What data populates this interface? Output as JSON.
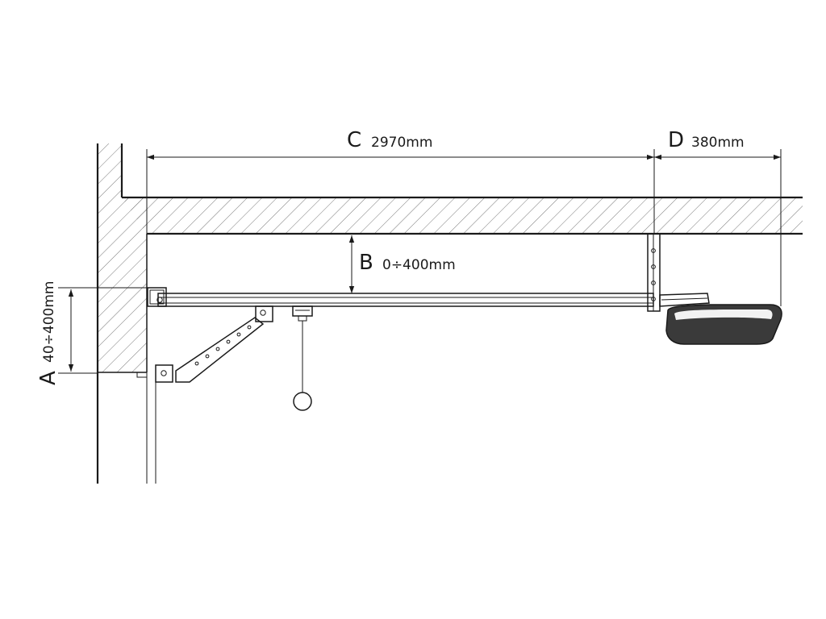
{
  "dimensions": {
    "a": {
      "letter": "A",
      "value": "40÷400mm"
    },
    "b": {
      "letter": "B",
      "value": "0÷400mm"
    },
    "c": {
      "letter": "C",
      "value": "2970mm"
    },
    "d": {
      "letter": "D",
      "value": "380mm"
    }
  },
  "colors": {
    "line": "#1a1a1a",
    "motor_body": "#3a3a3a",
    "motor_highlight": "#f2f2f2"
  }
}
